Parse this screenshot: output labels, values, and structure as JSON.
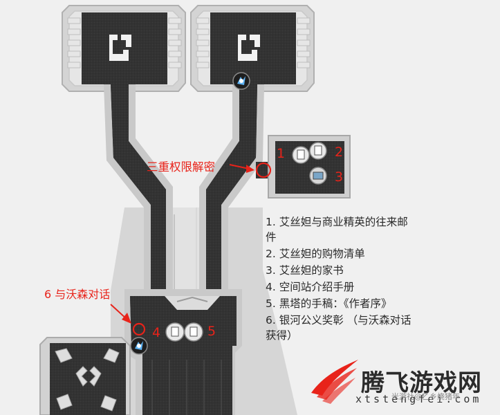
{
  "labels": {
    "triple_decrypt": "三重权限解密",
    "talk_wosen": "6 与沃森对话"
  },
  "numbers": [
    "1",
    "2",
    "3",
    "4",
    "5"
  ],
  "legend": {
    "item1_line1": "1. 艾丝妲与商业精英的往来邮",
    "item1_line2": "件",
    "item2": "2. 艾丝妲的购物清单",
    "item3": "3. 艾丝妲的家书",
    "item4": "4. 空间站介绍手册",
    "item5": "5. 黑塔的手稿：《作者序》",
    "item6_line1": "6. 银河公义奖彰 （与沃森对话",
    "item6_line2": "获得）"
  },
  "watermark": {
    "main": "腾飞游戏网",
    "url": "xtstengfei.com",
    "credit": "米游社@乙乡烧猪年"
  },
  "colors": {
    "accent_red": "#e8231a",
    "corridor": "#333333",
    "room_frame": "#cfcfcf",
    "background": "#f0f0f0"
  },
  "icons": [
    "npc-marker-icon",
    "document-collectible-icon",
    "terminal-collectible-icon",
    "logo-feather-icon",
    "arrow-icon"
  ]
}
